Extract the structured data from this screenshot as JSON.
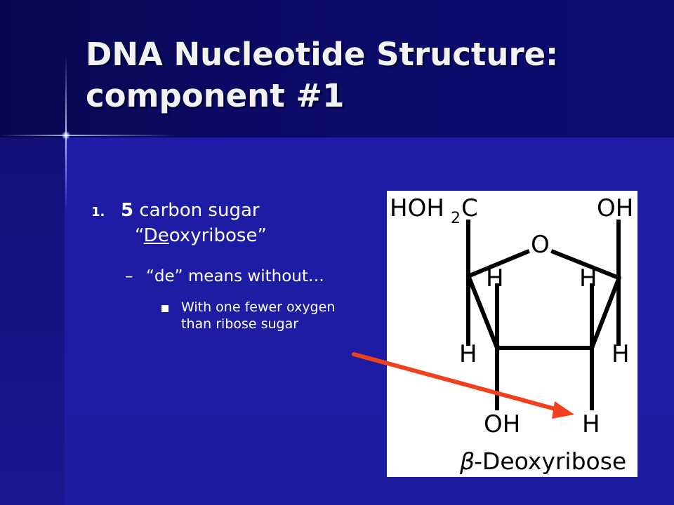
{
  "slide": {
    "title_line1": "DNA Nucleotide Structure:",
    "title_line2": "component #1",
    "bullet1": {
      "number": "1.",
      "bold": "5",
      "rest": " carbon sugar",
      "line2_open": "“",
      "line2_underlined": "De",
      "line2_rest": "oxyribose”"
    },
    "bullet2": {
      "marker": "–",
      "text": "“de” means without…"
    },
    "bullet3": {
      "text": "With one fewer oxygen than ribose sugar"
    }
  },
  "structure": {
    "top_left_group": "HOH",
    "top_left_sub": "2",
    "top_left_carbon": "C",
    "top_right_group": "OH",
    "ring_oxygen": "O",
    "h_left_upper": "H",
    "h_right_upper": "H",
    "h_left_lower": "H",
    "h_right_outer": "H",
    "bottom_left": "OH",
    "bottom_right": "H",
    "caption_symbol": "β",
    "caption_text": "-Deoxyribose"
  },
  "colors": {
    "arrow": "#f0401e",
    "title_band": "#0b0b66",
    "body_background": "#1e1ca6"
  }
}
